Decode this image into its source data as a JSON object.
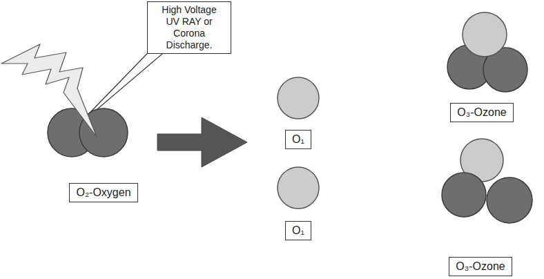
{
  "diagram": {
    "nodes": [
      {
        "text": [
          "High Voltage UV RAY or Corona Discharge."
        ]
      },
      {
        "text": [
          "O₂-Oxygen"
        ]
      },
      {
        "text": [
          "O₁"
        ]
      },
      {
        "text": [
          "O₁"
        ]
      },
      {
        "text": [
          "O₃-Ozone"
        ]
      },
      {
        "text": [
          "O₃-Ozone"
        ]
      }
    ]
  }
}
